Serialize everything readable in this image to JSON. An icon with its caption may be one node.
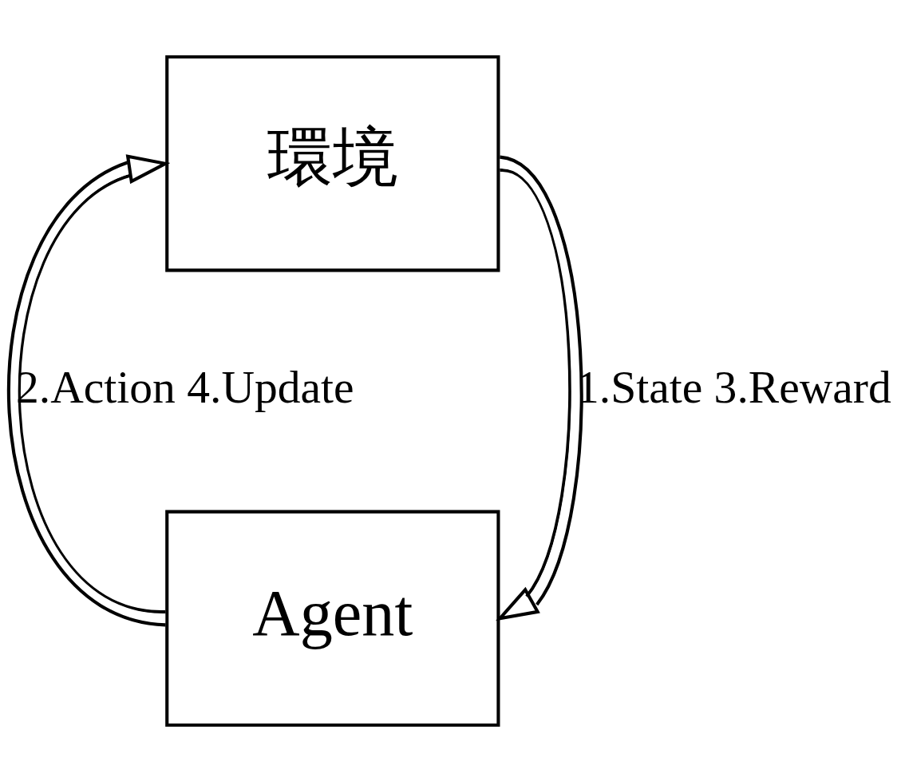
{
  "diagram": {
    "nodes": [
      {
        "text": [
          "環境"
        ]
      },
      {
        "text": [
          "Agent"
        ]
      }
    ],
    "edges": [
      {
        "from": 0,
        "to": 1,
        "arrow": "to",
        "label": "1.State 3.Reward"
      },
      {
        "from": 1,
        "to": 0,
        "arrow": "to",
        "label": "2.Action 4.Update"
      }
    ]
  }
}
